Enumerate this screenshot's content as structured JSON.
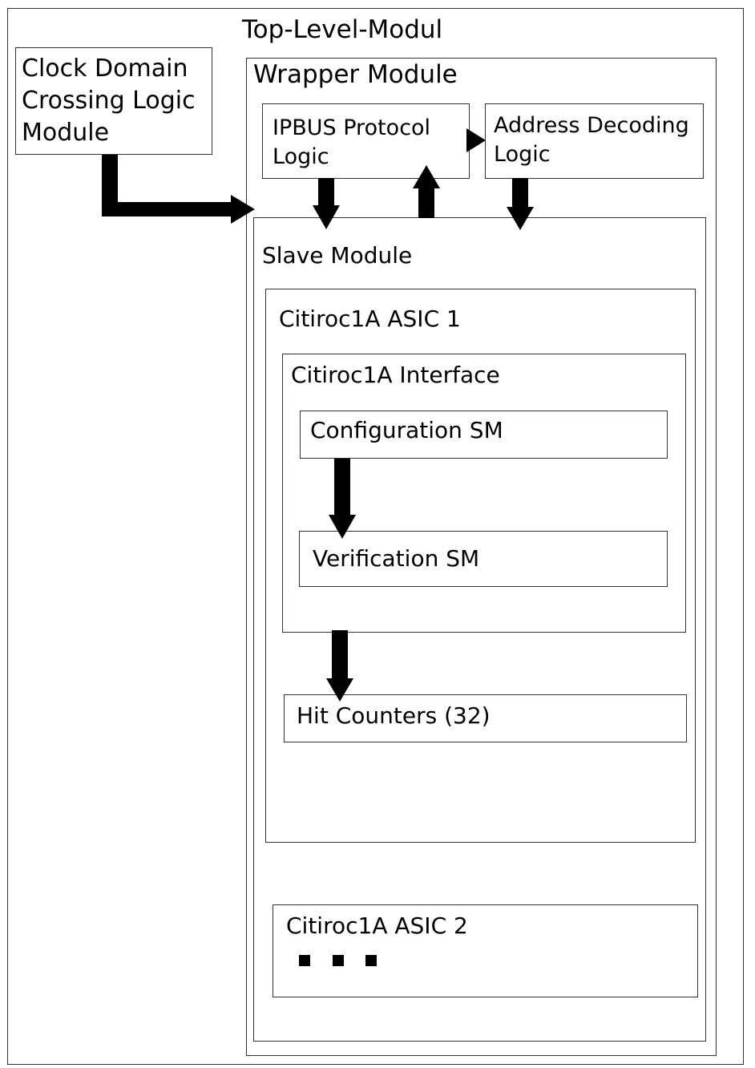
{
  "top_level": {
    "title": "Top-Level-Modul"
  },
  "clock_domain": {
    "label": "Clock Domain\nCrossing Logic\nModule"
  },
  "wrapper": {
    "title": "Wrapper Module"
  },
  "ipbus": {
    "label": "IPBUS Protocol\nLogic"
  },
  "address_decoding": {
    "label": "Address Decoding\nLogic"
  },
  "slave": {
    "title": "Slave Module"
  },
  "asic1": {
    "title": "Citiroc1A ASIC 1",
    "interface": {
      "title": "Citiroc1A Interface",
      "config_sm": "Configuration SM",
      "verification_sm": "Verification SM"
    },
    "hit_counters": "Hit Counters (32)"
  },
  "asic2": {
    "title": "Citiroc1A ASIC 2",
    "ellipsis_count": 3
  },
  "colors": {
    "line": "#333333",
    "arrow": "#000000",
    "background": "#ffffff"
  }
}
